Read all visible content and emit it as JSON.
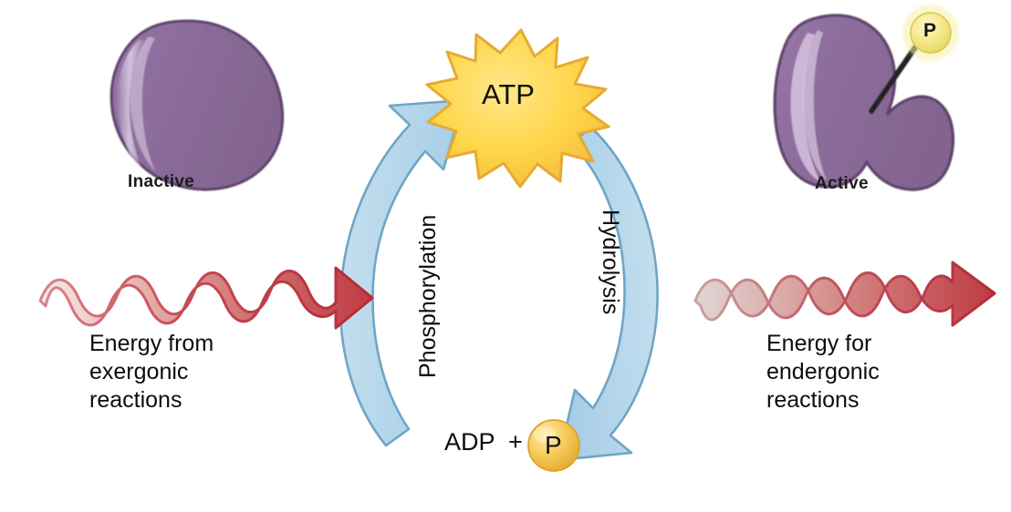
{
  "diagram": {
    "title": "ATP cycle: phosphorylation and hydrolysis",
    "molecules": {
      "atp_label": "ATP",
      "adp_label": "ADP  +",
      "phosphate_label": "P",
      "protein_phosphate_label": "P"
    },
    "cycle_labels": {
      "left_arrow": "Phosphorylation",
      "right_arrow": "Hydrolysis"
    },
    "proteins": [
      {
        "name": "inactive-protein",
        "caption": "Inactive"
      },
      {
        "name": "active-protein",
        "caption": "Active"
      }
    ],
    "energy": {
      "left": {
        "line1": "Energy from",
        "line2": "exergonic",
        "line3": "reactions"
      },
      "right": {
        "line1": "Energy for",
        "line2": "endergonic",
        "line3": "reactions"
      }
    },
    "colors": {
      "protein_purple": "#8d6e9e",
      "protein_purple_dark": "#6f4f80",
      "protein_highlight": "#cbb3d4",
      "atp_yellow": "#ffd83d",
      "atp_yellow_edge": "#e8a832",
      "phosphate_gold": "#f6c champagne",
      "phosphate_gold_fill": "#f2c14a",
      "phosphate_gold_edge": "#d79a24",
      "arrow_blue": "#b7d7ea",
      "arrow_blue_edge": "#7fb0cd",
      "energy_red": "#c23a4b",
      "energy_red_light": "#f3e0dd",
      "text_black": "#0d0d0d",
      "background": "#ffffff"
    }
  }
}
